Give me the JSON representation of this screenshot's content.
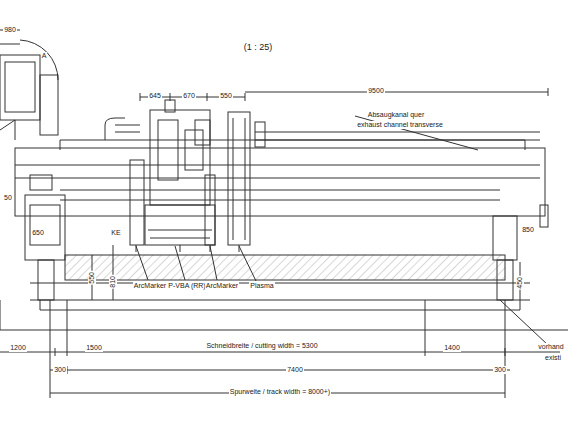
{
  "diagram": {
    "title": "(1 : 25)",
    "labels": [
      "980",
      "A",
      "645",
      "670",
      "550",
      "9500",
      "Absaugkanal quer",
      "exhaust channel transverse",
      "50",
      "650",
      "850",
      "KE",
      "ArcMarker",
      "P-VBA (RR)",
      "ArcMarker",
      "Plasma",
      "550",
      "810",
      "450",
      "1200",
      "1500",
      "Schneidbreite / cutting width = 5300",
      "1400",
      "300",
      "7400",
      "300",
      "Spurweite / track width = 8000+)",
      "vorhand",
      "existi"
    ]
  }
}
